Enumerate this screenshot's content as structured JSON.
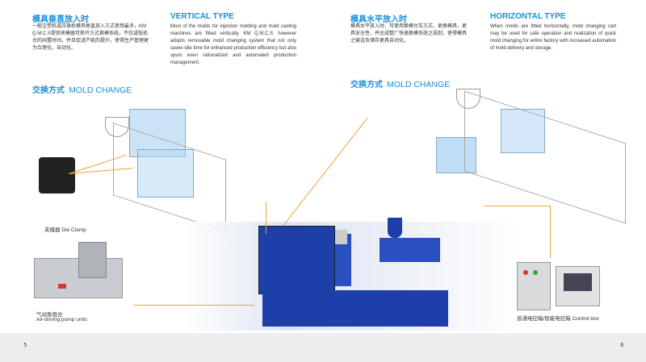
{
  "left": {
    "cn_title": "模具垂直放入时",
    "cn_text": "一般注塑机或压铸机模具垂直放入方式使用最多，KM Q.M.C.S提供夹模器可移开方式换模系统，不仅减低机台的闲置时间，并且促进产能的提升，使得生产管理更为合理化，自动化。",
    "en_title": "VERTICAL TYPE",
    "en_text": "Most of the molds for injection molding and mold casting machines are fitted vertically. KM Q.M.C.S. however adopts removable mold changing system that not only saves idle time for enhanced production efficiency but also spurs even rationalized and automated production management.",
    "mold_change_cn": "交换方式",
    "mold_change_en": "MOLD CHANGE"
  },
  "right": {
    "cn_title": "模具水平放入时",
    "cn_text": "模具水平放入时，可使用换模台车方式，更换模具，更具安全性，并达成整厂快速换模系统之规划，使得模具之输送及储存更具自动化。",
    "en_title": "HORIZONTAL TYPE",
    "en_text": "When molds are fitted horizontally, mold changing cart may be used for safe operation and realization of quick mold changing for entire factory with increased automation of mold delivery and storage.",
    "mold_change_cn": "交换方式",
    "mold_change_en": "MOLD CHANGE"
  },
  "captions": {
    "die_clamp": "夹模器 Die Clamp",
    "pump_cn": "气动泵组合",
    "pump_en": "Air-driving pump units",
    "control_box": "普通电控箱/智能电控箱 Control box"
  },
  "footer": {
    "page_left": "5",
    "page_right": "6"
  },
  "colors": {
    "accent": "#1b8fd6",
    "machine": "#1e3ea8",
    "leader": "#f0a040",
    "footer": "#eeeeee"
  }
}
